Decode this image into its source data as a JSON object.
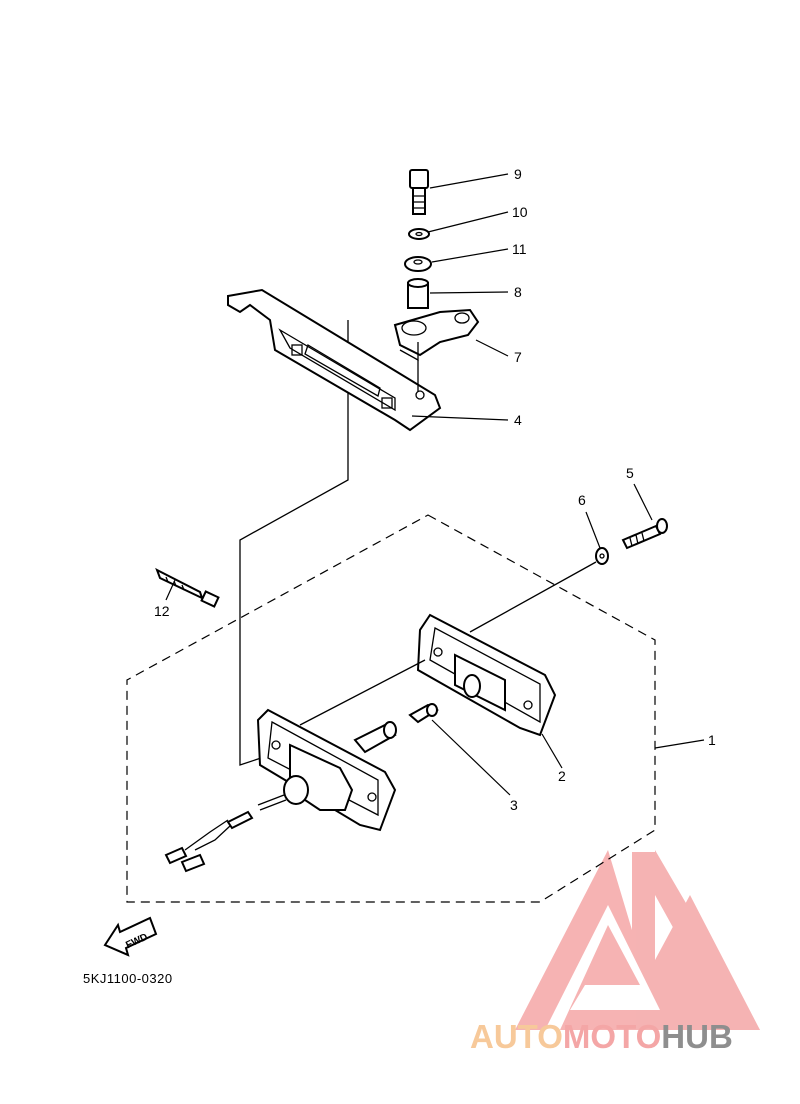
{
  "diagram": {
    "callouts": [
      {
        "id": "c9",
        "label": "9"
      },
      {
        "id": "c10",
        "label": "10"
      },
      {
        "id": "c11",
        "label": "11"
      },
      {
        "id": "c8",
        "label": "8"
      },
      {
        "id": "c7",
        "label": "7"
      },
      {
        "id": "c4",
        "label": "4"
      },
      {
        "id": "c6",
        "label": "6"
      },
      {
        "id": "c5",
        "label": "5"
      },
      {
        "id": "c12",
        "label": "12"
      },
      {
        "id": "c1",
        "label": "1"
      },
      {
        "id": "c2",
        "label": "2"
      },
      {
        "id": "c3",
        "label": "3"
      }
    ],
    "fwd_label": "FWD",
    "diagram_code": "5KJ1100-0320"
  },
  "watermark": {
    "part1": "AUTO",
    "part2": "MOTO",
    "part3": "HUB",
    "colors": {
      "auto": "#f7c99a",
      "moto": "#f4a6a6",
      "hub": "#8e8e8e",
      "logo": "#f4a6a6"
    }
  }
}
